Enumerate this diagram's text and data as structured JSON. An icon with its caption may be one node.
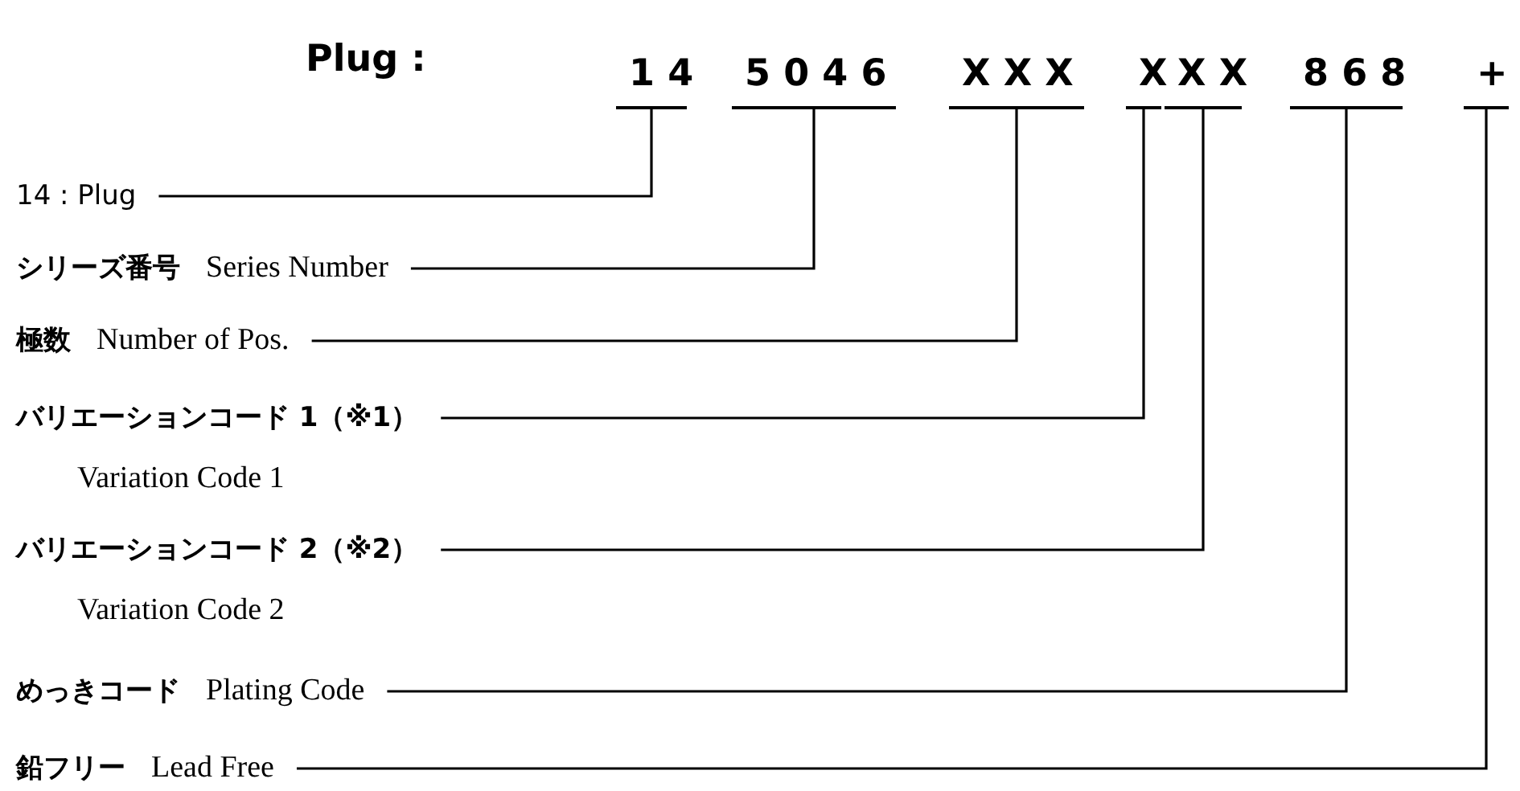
{
  "diagram": {
    "nodes": [
      {
        "text": [
          "14"
        ]
      },
      {
        "text": [
          "5046"
        ]
      },
      {
        "text": [
          "XXX"
        ]
      },
      {
        "text": [
          "X"
        ]
      },
      {
        "text": [
          "XX"
        ]
      },
      {
        "text": [
          "868"
        ]
      },
      {
        "text": [
          "+"
        ]
      },
      {
        "text": [
          "14 : Plug"
        ]
      },
      {
        "text": [
          "シリーズ番号",
          "Series Number"
        ]
      },
      {
        "text": [
          "極数",
          "Number of Pos."
        ]
      },
      {
        "text": [
          "バリエーションコード 1（※1）",
          "Variation Code 1"
        ]
      },
      {
        "text": [
          "バリエーションコード 2（※2）",
          "Variation Code 2"
        ]
      },
      {
        "text": [
          "めっきコード",
          "Plating Code"
        ]
      },
      {
        "text": [
          "鉛フリー",
          "Lead Free"
        ]
      }
    ],
    "edges": [
      {
        "from": 7,
        "to": 0,
        "arrow": "none"
      },
      {
        "from": 8,
        "to": 1,
        "arrow": "none"
      },
      {
        "from": 9,
        "to": 2,
        "arrow": "none"
      },
      {
        "from": 10,
        "to": 3,
        "arrow": "none"
      },
      {
        "from": 11,
        "to": 4,
        "arrow": "none"
      },
      {
        "from": 12,
        "to": 5,
        "arrow": "none"
      },
      {
        "from": 13,
        "to": 6,
        "arrow": "none"
      }
    ],
    "labels": [
      "Plug :"
    ]
  }
}
